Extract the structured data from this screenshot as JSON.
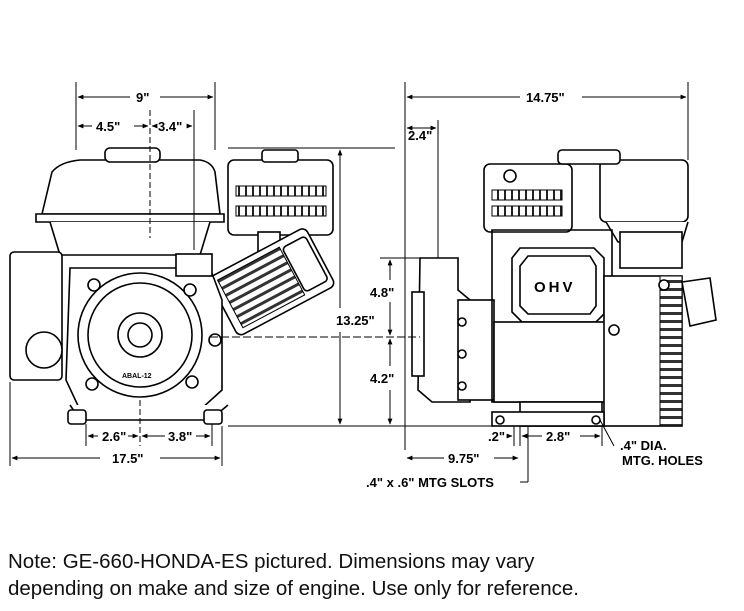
{
  "dimensions": {
    "overall_width_top": "9\"",
    "left_offset_top": "4.5\"",
    "right_offset_top": "3.4\"",
    "overall_depth": "14.75\"",
    "shaft_offset": "2.4\"",
    "upper_height": "4.8\"",
    "total_height": "13.25\"",
    "lower_height": "4.2\"",
    "base_left": "2.6\"",
    "base_right": "3.8\"",
    "overall_width_bottom": "17.5\"",
    "slot_offset": ".2\"",
    "slot_spacing": "2.8\"",
    "base_depth": "9.75\"",
    "mounting_holes_line1": ".4\" DIA.",
    "mounting_holes_line2": "MTG. HOLES",
    "mounting_slots": ".4\" x .6\" MTG SLOTS"
  },
  "engine_labels": {
    "front_model": "ABAL-12",
    "valve_cover": "OHV"
  },
  "note": {
    "line1": "Note:  GE-660-HONDA-ES pictured.  Dimensions may vary",
    "line2": "depending on make and size of engine.  Use only for reference."
  }
}
